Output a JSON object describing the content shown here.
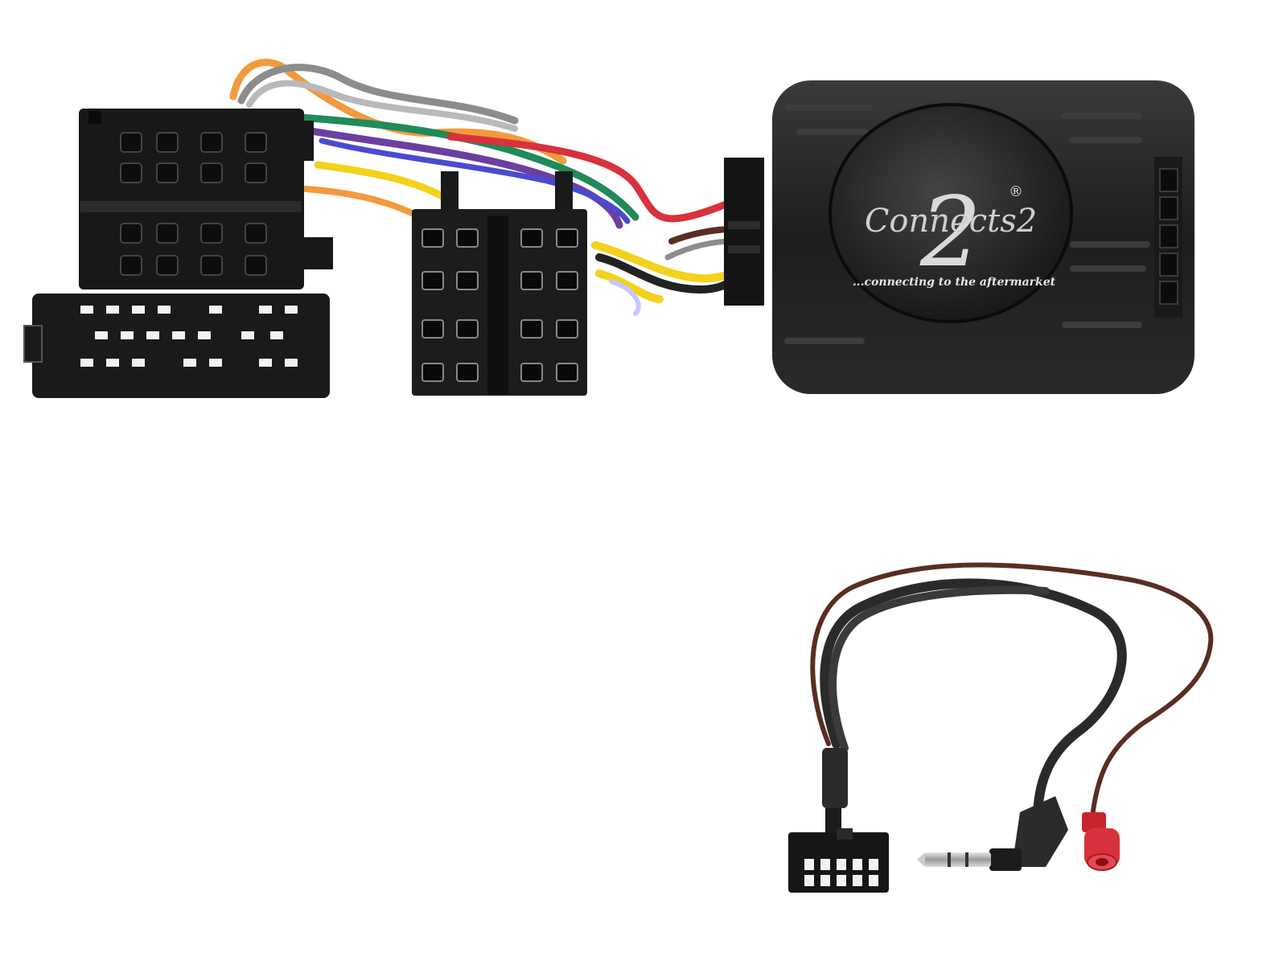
{
  "product": {
    "brand_name": "Connects2",
    "brand_numeral": "2",
    "registered_mark": "®",
    "tagline": "...connecting to the aftermarket"
  },
  "icons": {
    "iso_power_connector": "iso-power-connector-icon",
    "iso_speaker_connector": "iso-speaker-connector-icon",
    "interface_box": "interface-module-icon",
    "patch_lead": "patch-lead-icon",
    "jack_plug": "3-5mm-jack-icon",
    "spade_connector": "red-spade-connector-icon",
    "molex_plug": "12-pin-plug-icon"
  },
  "colors": {
    "background": "#ffffff",
    "housing": "#1b1b1b",
    "wire_red": "#d8323c",
    "wire_yellow": "#f3d21c",
    "wire_green": "#1f8a5a",
    "wire_orange": "#f39a3c",
    "wire_purple": "#6a3fa0",
    "wire_brown": "#5a2d22",
    "wire_grey": "#8c8c8c"
  }
}
